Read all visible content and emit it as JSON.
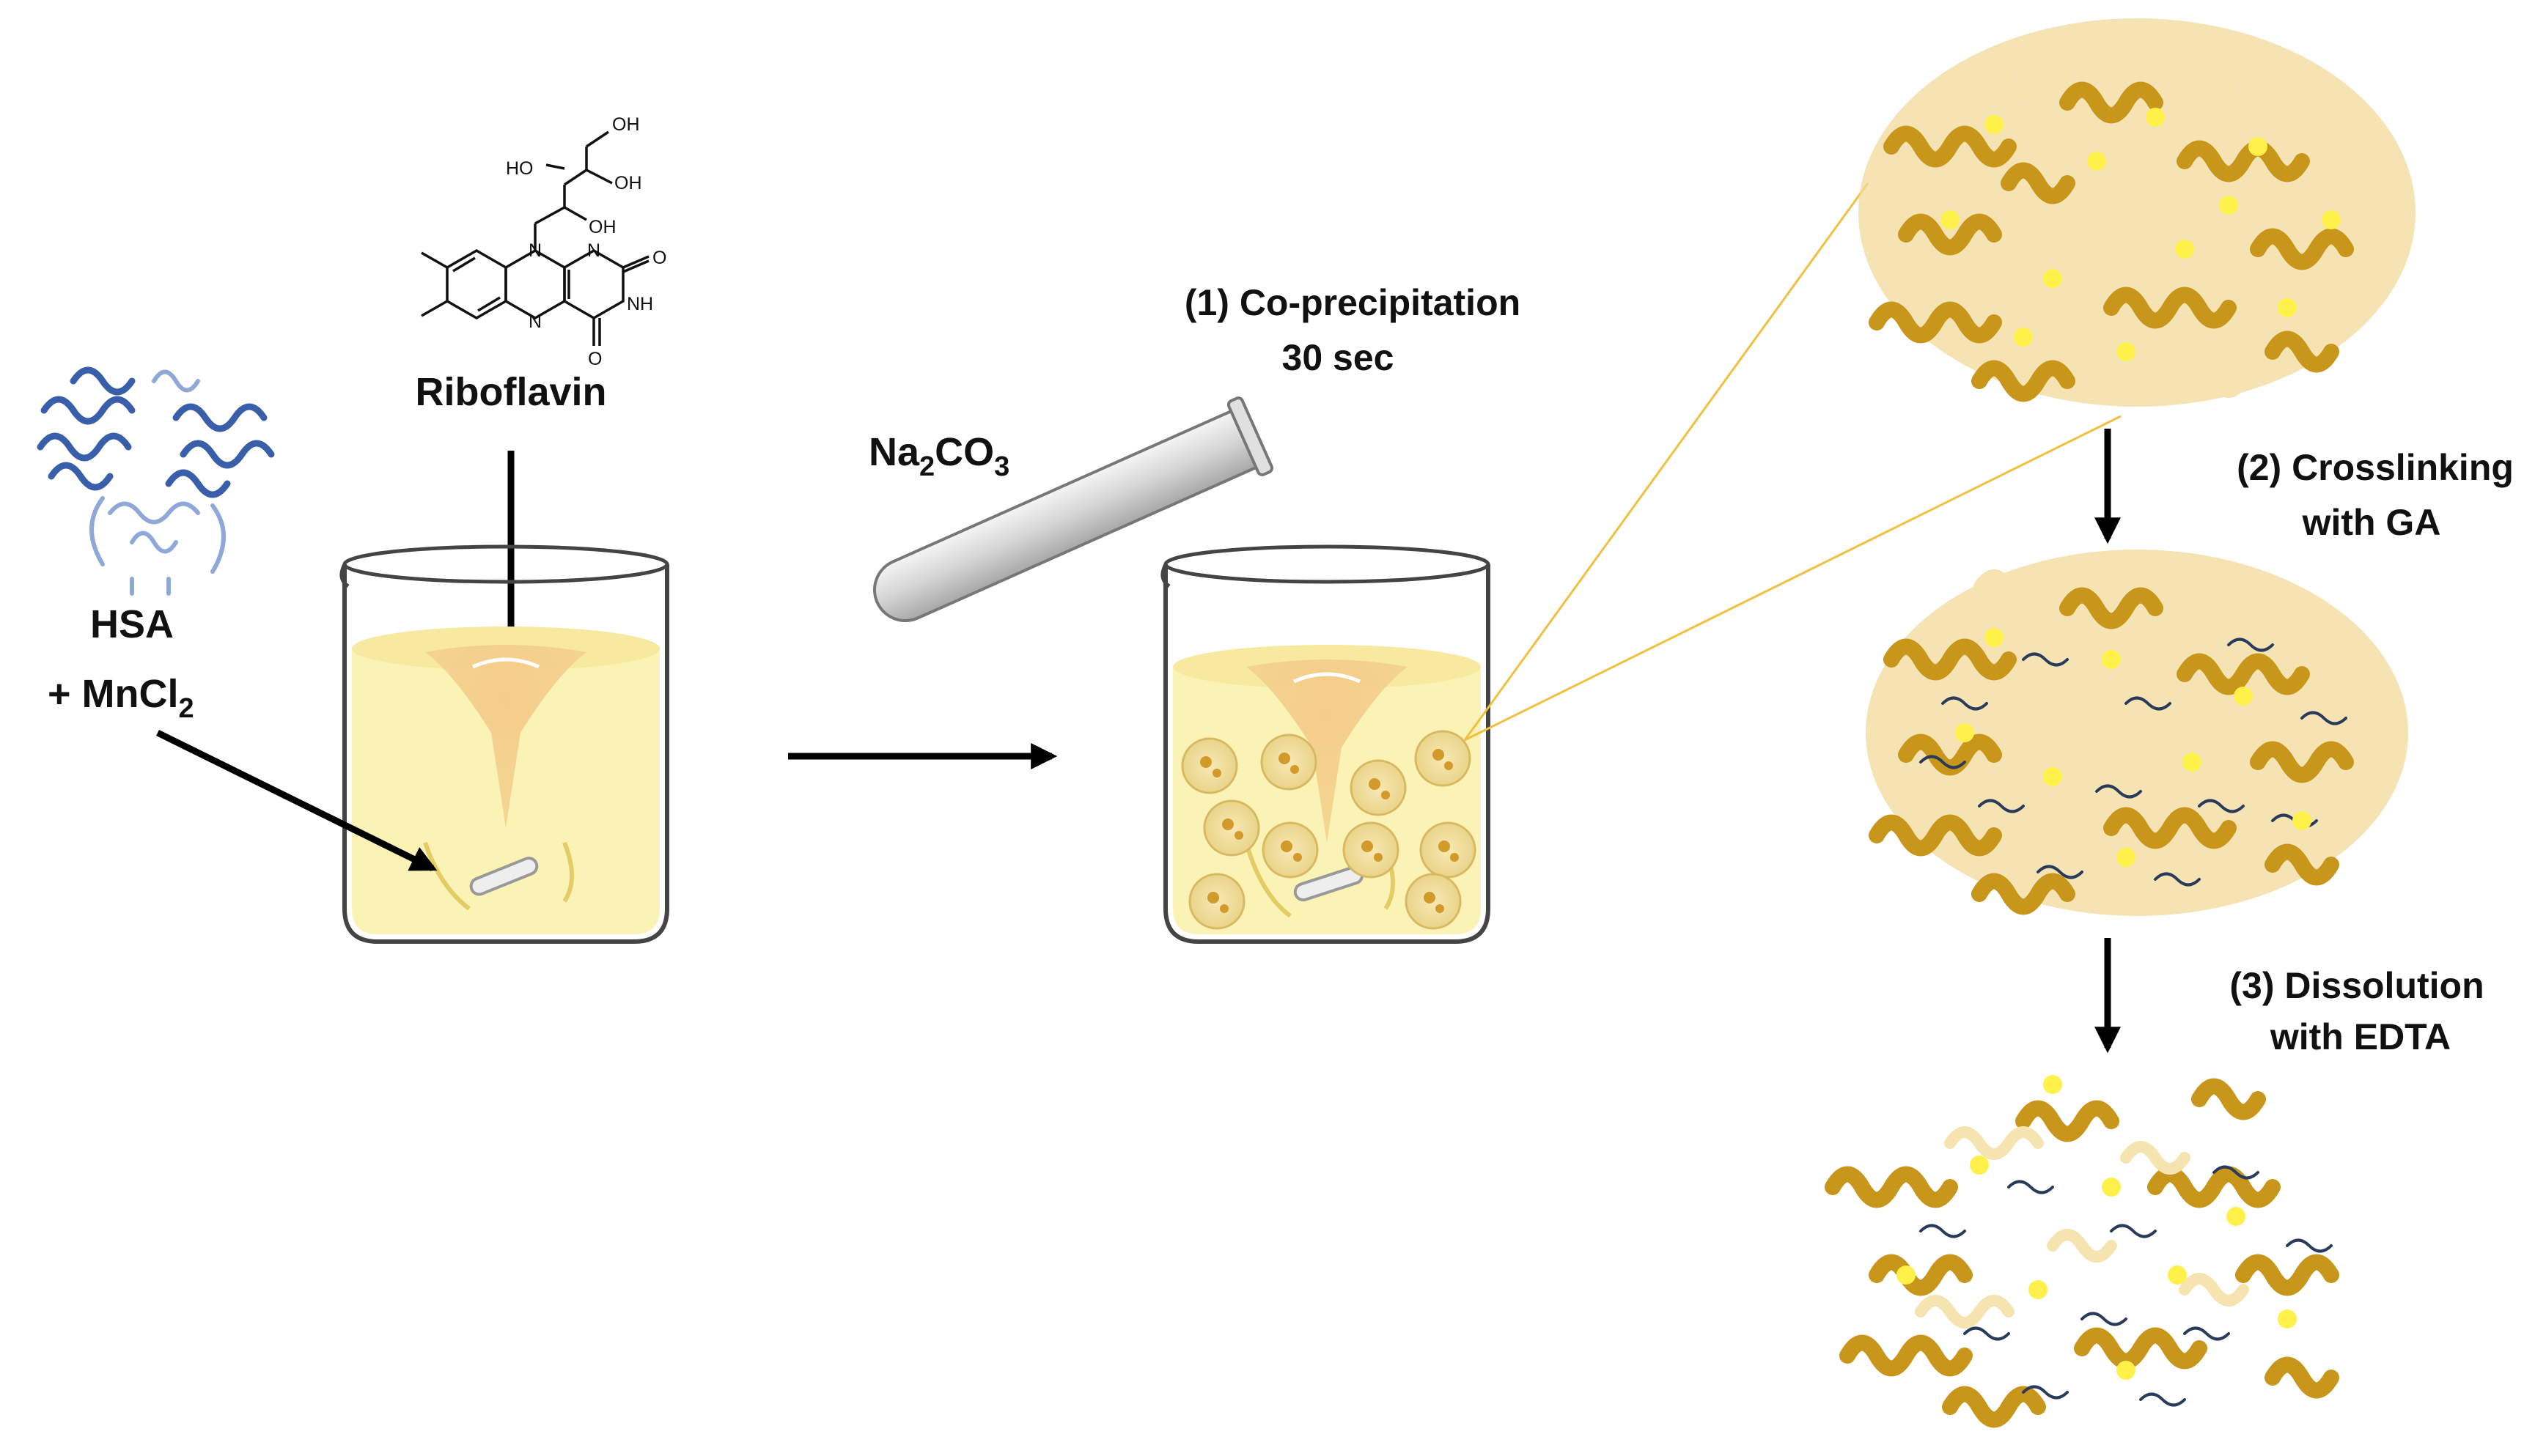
{
  "labels": {
    "riboflavin": "Riboflavin",
    "hsa": "HSA",
    "mncl_prefix": "+ MnCl",
    "mncl_sub": "2",
    "na2co3_a": "Na",
    "na2co3_b": "2",
    "na2co3_c": "CO",
    "na2co3_d": "3"
  },
  "steps": {
    "s1_line1": "(1) Co-precipitation",
    "s1_line2": "30 sec",
    "s2_line1": "(2) Crosslinking",
    "s2_line2": "with  GA",
    "s3_line1": "(3) Dissolution",
    "s3_line2": "with  EDTA"
  },
  "structure": {
    "oh_top": "OH",
    "ho_left": "HO",
    "oh_mid": "OH",
    "oh_low": "OH",
    "n1": "N",
    "n2": "N",
    "n3": "N",
    "nh": "NH",
    "o1": "O",
    "o2": "O"
  },
  "colors": {
    "gold": "#C8961A",
    "gold_light": "#E8C77A",
    "liquid": "#FAEFA6",
    "hsa_blue": "#3A5FAA",
    "arrow": "#000000"
  }
}
